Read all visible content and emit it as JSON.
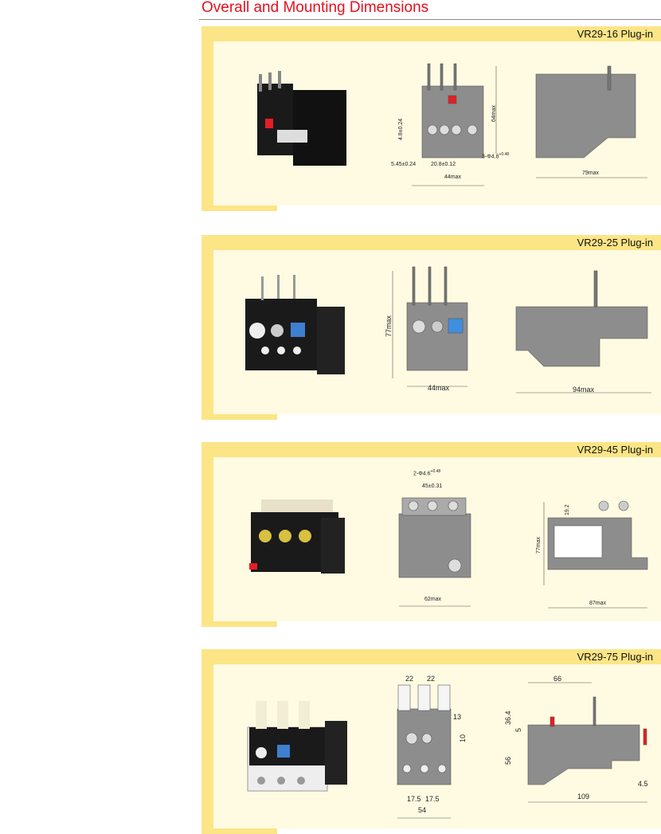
{
  "page_title": "Overall and  Mounting Dimensions",
  "panels": [
    {
      "title": "VR29-16 Plug-in",
      "dims": {
        "pitch_v": "4.8±0.24",
        "height": "64max",
        "holes": "3-Φ4.8",
        "holes_tol_upper": "+0.48",
        "holes_tol_lower": "0",
        "offset": "5.45±0.24",
        "spacing": "20.8±0.12",
        "width": "44max",
        "depth": "79max"
      }
    },
    {
      "title": "VR29-25 Plug-in",
      "dims": {
        "height": "77max",
        "width": "44max",
        "depth": "94max"
      }
    },
    {
      "title": "VR29-45 Plug-in",
      "dims": {
        "holes": "2-Φ4.6",
        "holes_tol_upper": "+0.48",
        "holes_tol_lower": "0",
        "spacing": "45±0.31",
        "height": "77max",
        "top": "19.2",
        "width": "62max",
        "depth": "87max"
      }
    },
    {
      "title": "VR29-75 Plug-in",
      "dims": {
        "pitch1": "22",
        "pitch2": "22",
        "d13": "13",
        "d10": "10",
        "low1": "17.5",
        "low2": "17.5",
        "width": "54",
        "d66": "66",
        "d36": "36.4",
        "d5": "5",
        "d56": "56",
        "d45": "4.5",
        "depth": "109"
      }
    }
  ]
}
